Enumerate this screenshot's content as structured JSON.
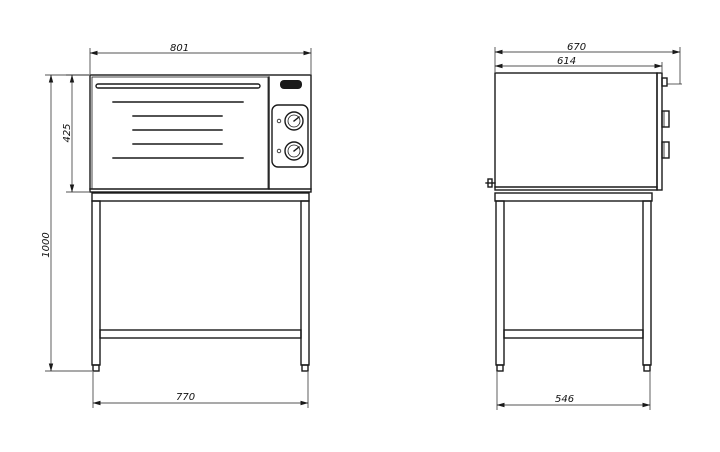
{
  "drawing": {
    "front_view": {
      "dimensions": {
        "width_top": "801",
        "height_oven": "425",
        "height_total": "1000",
        "width_legs": "770"
      }
    },
    "side_view": {
      "dimensions": {
        "depth_total": "670",
        "depth_body": "614",
        "depth_legs": "546"
      }
    }
  }
}
